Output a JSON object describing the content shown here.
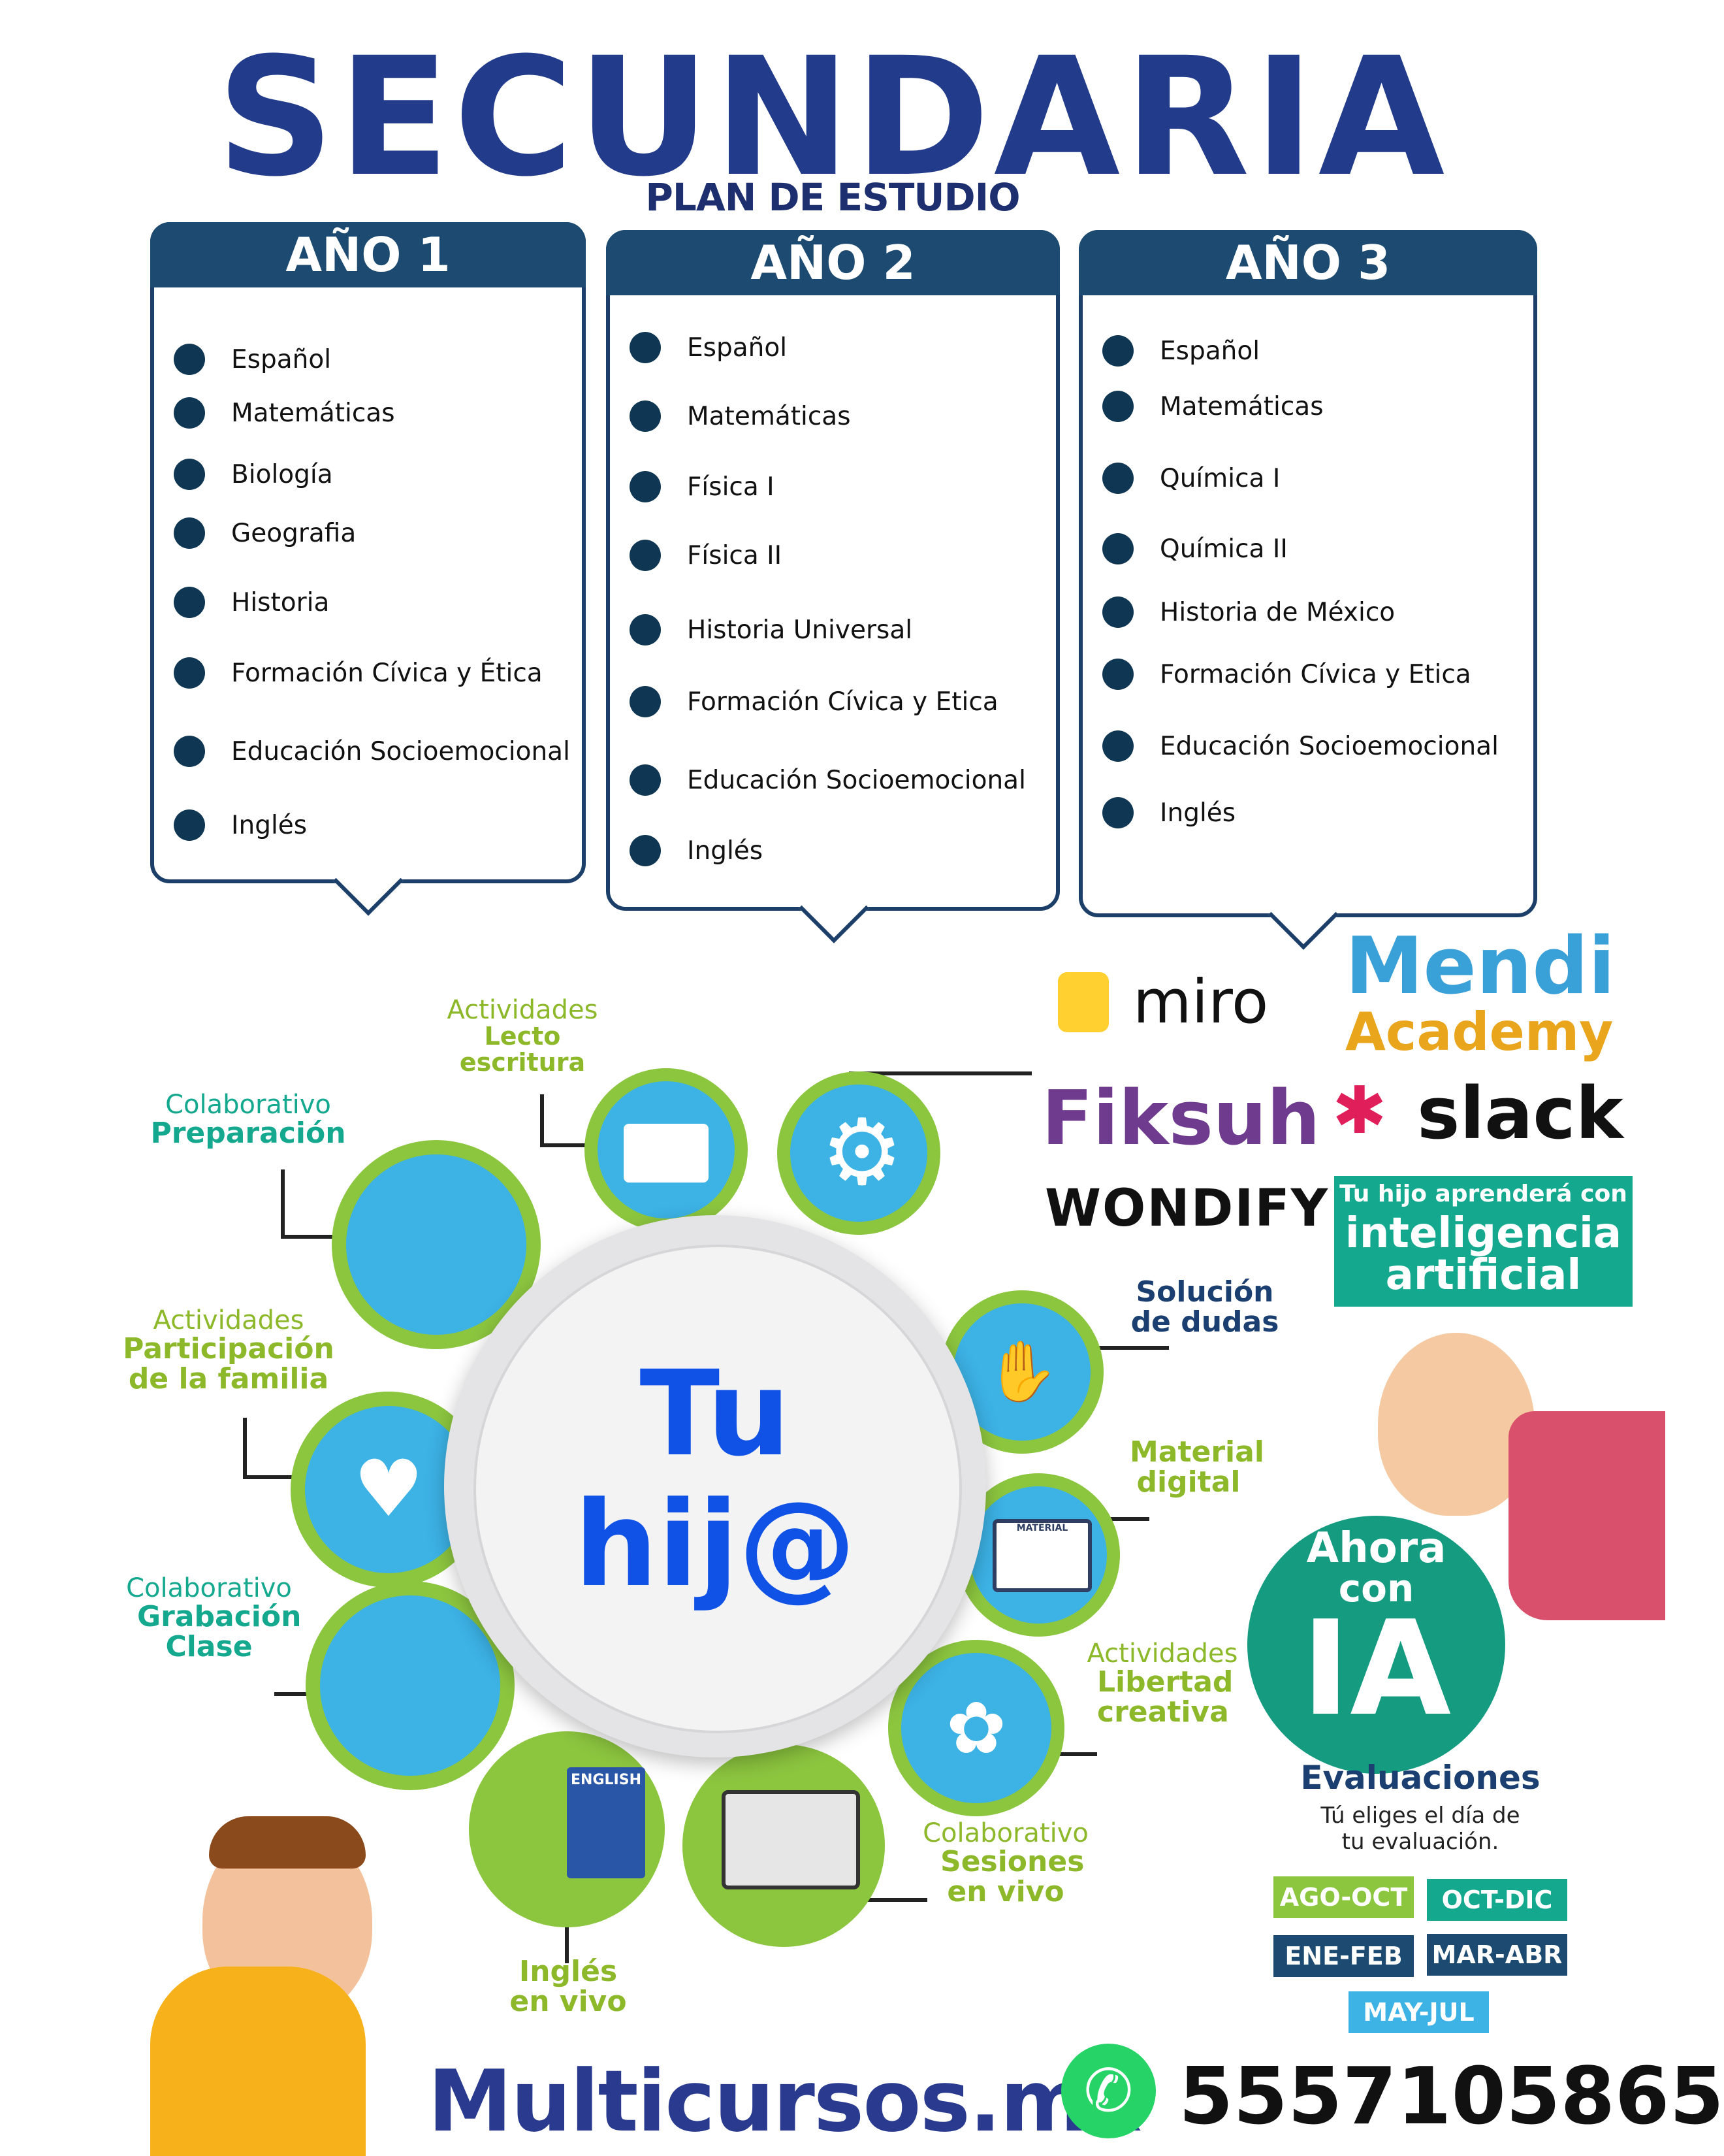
{
  "header": {
    "title": "SECUNDARIA",
    "subtitle": "PLAN DE ESTUDIO"
  },
  "years": [
    {
      "label": "AÑO 1",
      "subjects": [
        "Español",
        "Matemáticas",
        "Biología",
        "Geografia",
        "Historia",
        "Formación Cívica y Ética",
        "Educación Socioemocional",
        "Inglés"
      ]
    },
    {
      "label": "AÑO 2",
      "subjects": [
        "Español",
        "Matemáticas",
        "Física I",
        "Física II",
        "Historia Universal",
        "Formación Cívica y Etica",
        "Educación Socioemocional",
        "Inglés"
      ]
    },
    {
      "label": "AÑO 3",
      "subjects": [
        "Español",
        "Matemáticas",
        "Química I",
        "Química II",
        "Historia de México",
        "Formación Cívica y Etica",
        "Educación Socioemocional",
        "Inglés"
      ]
    }
  ],
  "center": {
    "line1": "Tu",
    "line2": "hij@"
  },
  "features": {
    "lecto": {
      "top": "Actividades",
      "main": "Lecto escritura"
    },
    "preparacion": {
      "top": "Colaborativo",
      "main": "Preparación"
    },
    "familia": {
      "top": "Actividades",
      "main": "Participación de la familia"
    },
    "grabacion": {
      "top": "Colaborativo",
      "main": "Grabación Clase"
    },
    "ingles": {
      "main": "Inglés en vivo"
    },
    "sesiones": {
      "top": "Colaborativo",
      "main": "Sesiones en vivo"
    },
    "libertad": {
      "top": "Actividades",
      "main": "Libertad creativa"
    },
    "material": {
      "main": "Material digital"
    },
    "dudas": {
      "main": "Solución de dudas"
    }
  },
  "icons_text": {
    "material_screen": "MATERIAL",
    "english_book": "ENGLISH"
  },
  "brands": {
    "miro": "miro",
    "mendi_1": "Mendi",
    "mendi_2": "Academy",
    "fiksuh": "Fiksuh",
    "slack": "slack",
    "wondify": "WONDIFY"
  },
  "ai_box": {
    "line1": "Tu hijo aprenderá con",
    "line2": "inteligencia",
    "line3": "artificial"
  },
  "ia_badge": {
    "line1": "Ahora",
    "line2": "con",
    "line3": "IA"
  },
  "evaluaciones": {
    "title": "Evaluaciones",
    "desc1": "Tú eliges el día de",
    "desc2": "tu evaluación.",
    "periods": [
      "AGO-OCT",
      "OCT-DIC",
      "ENE-FEB",
      "MAR-ABR",
      "MAY-JUL"
    ]
  },
  "footer": {
    "brand": "Multicursos.mx",
    "phone": "5557105865"
  },
  "colors": {
    "navy": "#233b8b",
    "teal": "#14a88f",
    "green": "#8cb82a",
    "blue": "#2aa7df",
    "dark": "#1c4a70"
  }
}
